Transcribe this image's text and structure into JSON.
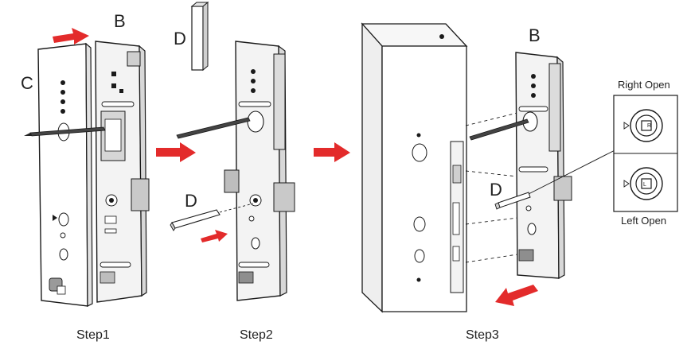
{
  "labels": {
    "B1": "B",
    "C": "C",
    "D_top": "D",
    "D_mid": "D",
    "B2": "B",
    "D_right": "D",
    "right_open": "Right Open",
    "left_open": "Left Open"
  },
  "steps": [
    "Step1",
    "Step2",
    "Step3"
  ],
  "colors": {
    "arrow": "#e32b2b",
    "line": "#1a1a1a",
    "lock_body": "#f3f3f3",
    "door_face": "#ffffff"
  }
}
